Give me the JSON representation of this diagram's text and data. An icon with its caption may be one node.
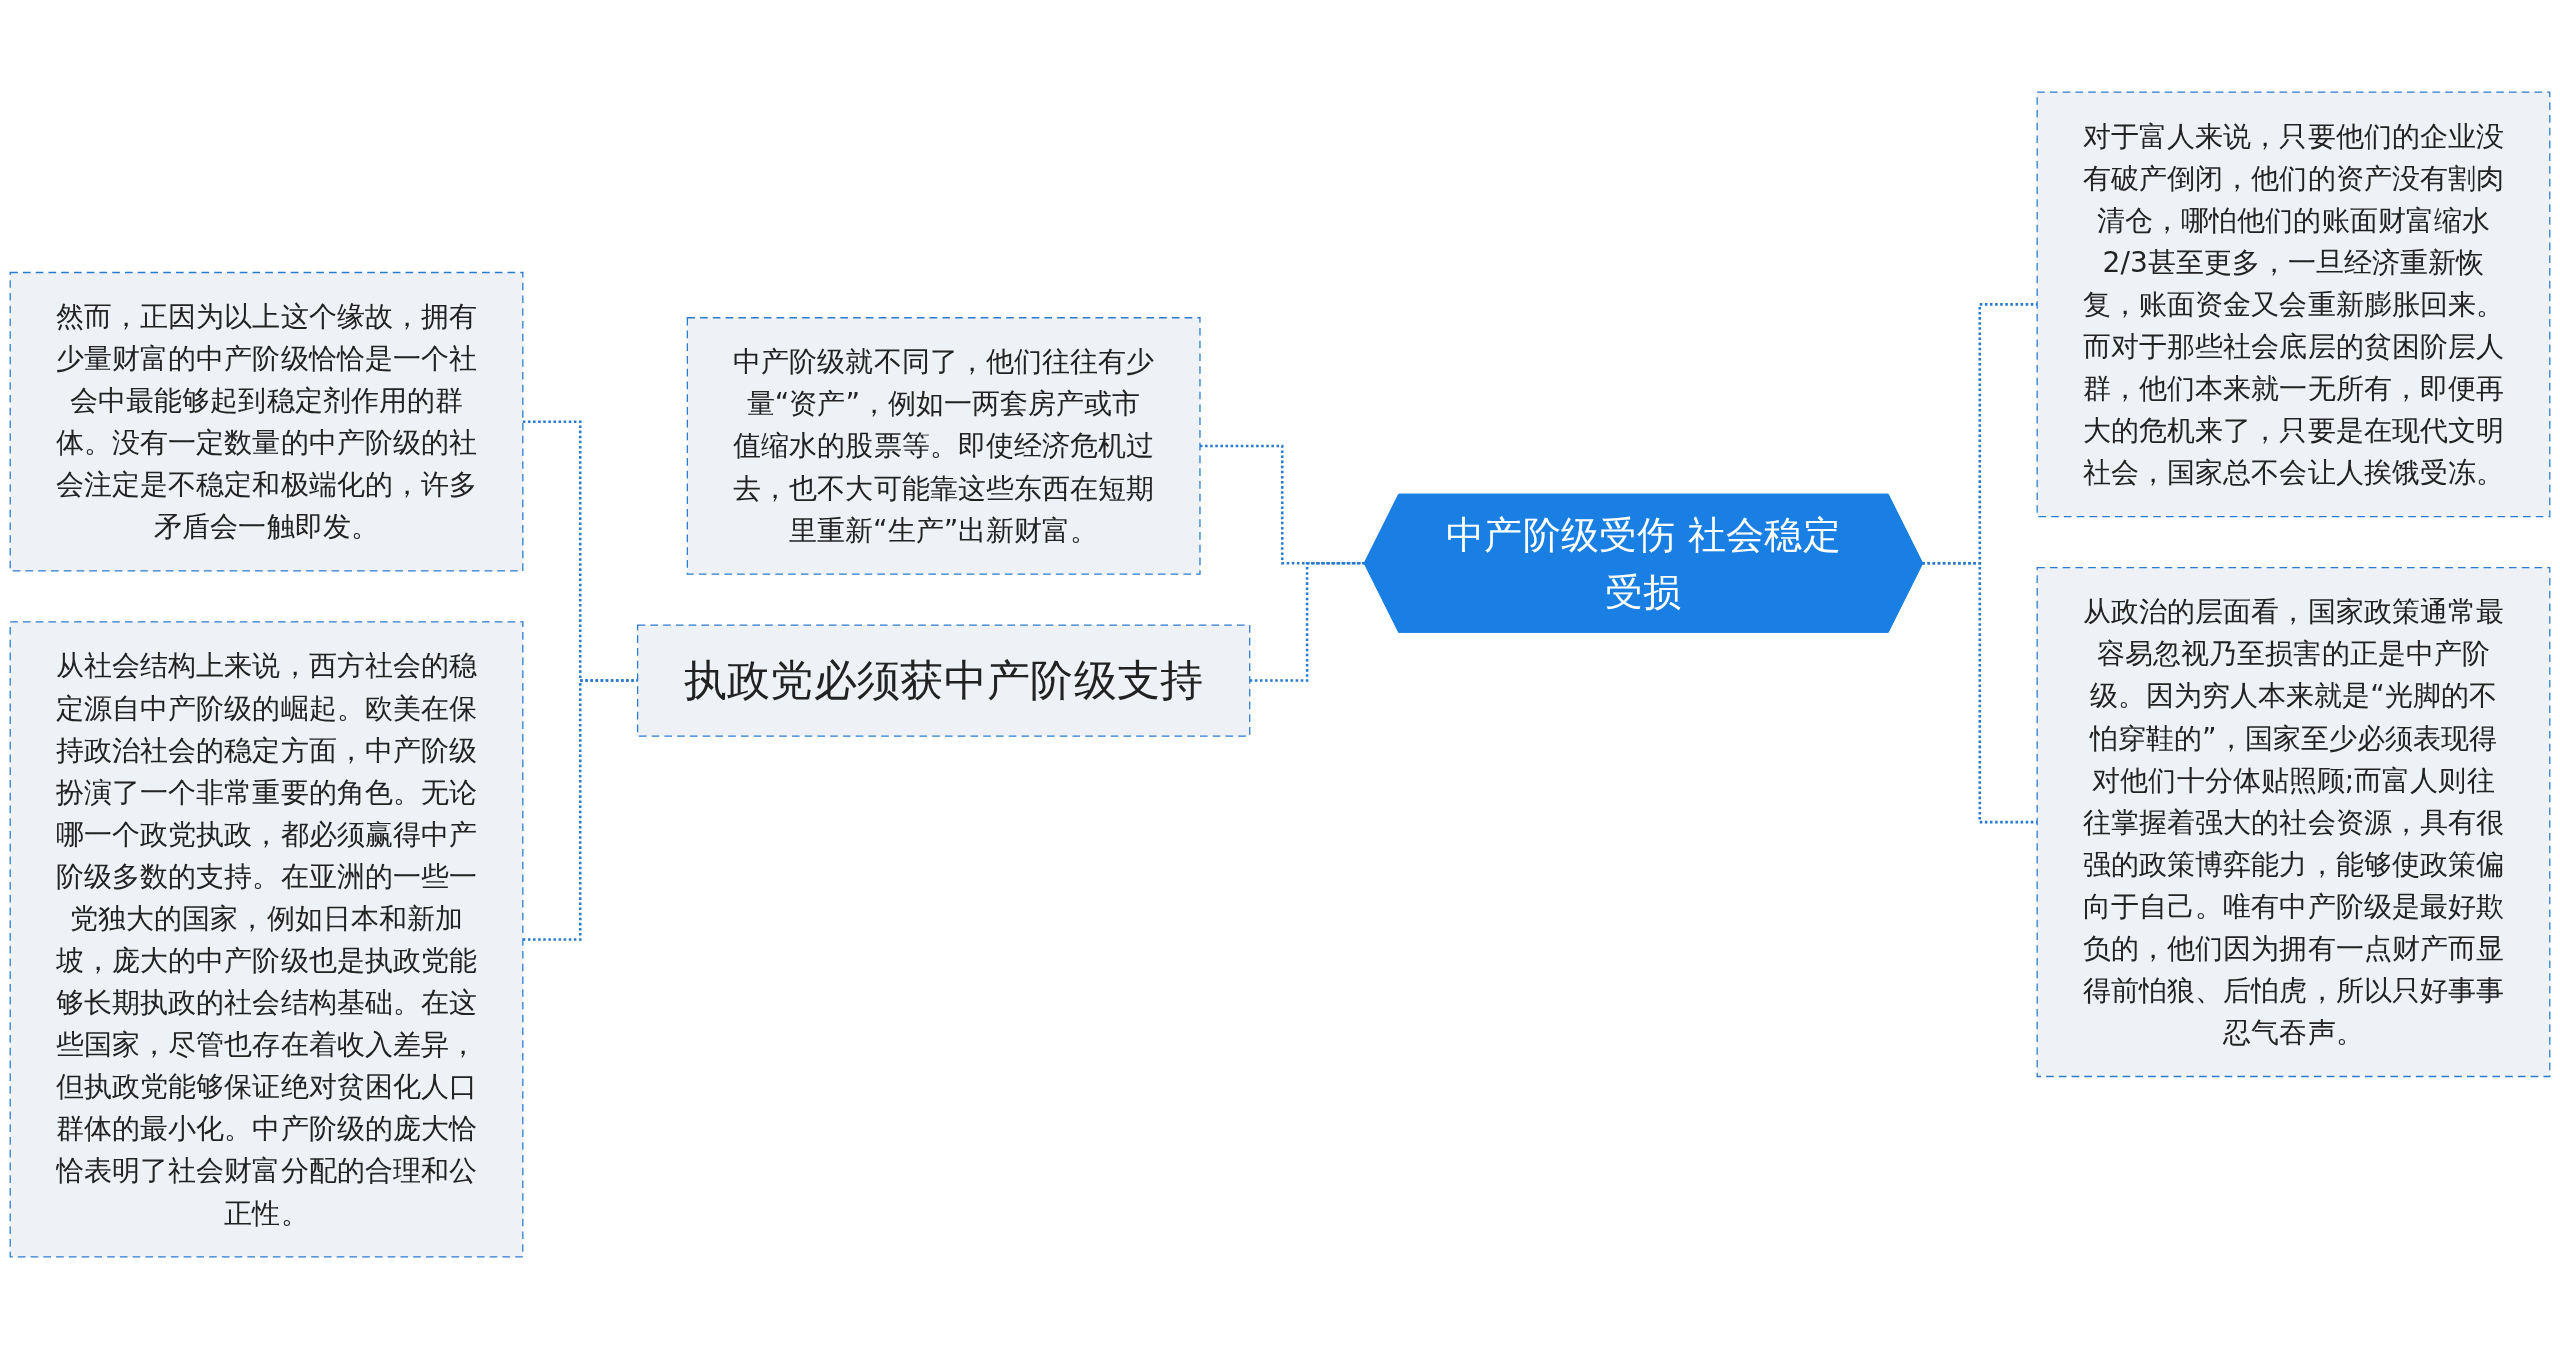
{
  "diagram": {
    "nodes": [
      {
        "text": [
          "中产阶级受伤 社会稳定受损"
        ]
      },
      {
        "text": [
          "中产阶级就不同了，他们往往有少量“资产”，例如一两套房产或市值缩水的股票等。即使经济危机过去，也不大可能靠这些东西在短期里重新“生产”出新财富。"
        ]
      },
      {
        "text": [
          "执政党必须获中产阶级支持"
        ]
      },
      {
        "text": [
          "然而，正因为以上这个缘故，拥有少量财富的中产阶级恰恰是一个社会中最能够起到稳定剂作用的群体。没有一定数量的中产阶级的社会注定是不稳定和极端化的，许多矛盾会一触即发。"
        ]
      },
      {
        "text": [
          "从社会结构上来说，西方社会的稳定源自中产阶级的崛起。欧美在保持政治社会的稳定方面，中产阶级扮演了一个非常重要的角色。无论哪一个政党执政，都必须赢得中产阶级多数的支持。在亚洲的一些一党独大的国家，例如日本和新加坡，庞大的中产阶级也是执政党能够长期执政的社会结构基础。在这些国家，尽管也存在着收入差异，但执政党能够保证绝对贫困化人口群体的最小化。中产阶级的庞大恰恰表明了社会财富分配的合理和公正性。"
        ]
      },
      {
        "text": [
          "对于富人来说，只要他们的企业没有破产倒闭，他们的资产没有割肉清仓，哪怕他们的账面财富缩水2/3甚至更多，一旦经济重新恢复，账面资金又会重新膨胀回来。而对于那些社会底层的贫困阶层人群，他们本来就一无所有，即便再大的危机来了，只要是在现代文明社会，国家总不会让人挨饿受冻。"
        ]
      },
      {
        "text": [
          "从政治的层面看，国家政策通常最容易忽视乃至损害的正是中产阶级。因为穷人本来就是“光脚的不怕穿鞋的”，国家至少必须表现得对他们十分体贴照顾;而富人则往往掌握着强大的社会资源，具有很强的政策博弈能力，能够使政策偏向于自己。唯有中产阶级是最好欺负的，他们因为拥有一点财产而显得前怕狼、后怕虎，所以只好事事忍气吞声。"
        ]
      }
    ],
    "edges": [
      {
        "from": 3,
        "to": 2,
        "arrow": "none",
        "style": "dashed"
      },
      {
        "from": 4,
        "to": 2,
        "arrow": "none",
        "style": "dashed"
      },
      {
        "from": 1,
        "to": 0,
        "arrow": "none",
        "style": "dashed"
      },
      {
        "from": 2,
        "to": 0,
        "arrow": "none",
        "style": "dashed"
      },
      {
        "from": 0,
        "to": 5,
        "arrow": "none",
        "style": "dashed"
      },
      {
        "from": 0,
        "to": 6,
        "arrow": "none",
        "style": "dashed"
      }
    ]
  }
}
